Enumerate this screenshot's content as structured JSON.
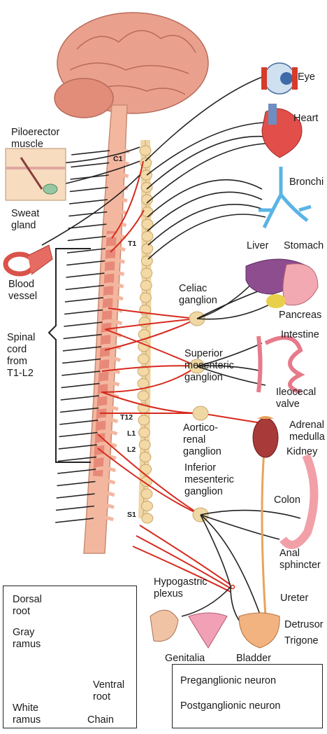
{
  "labels": {
    "eye": "Eye",
    "heart": "Heart",
    "bronchi": "Bronchi",
    "liver": "Liver",
    "stomach": "Stomach",
    "celiac": "Celiac\nganglion",
    "pancreas": "Pancreas",
    "intestine": "Intestine",
    "superior": "Superior\nmesenteric\nganglion",
    "ileocecal": "Ileocecal\nvalve",
    "aortico": "Aortico-\nrenal\nganglion",
    "adrenal": "Adrenal\nmedulla",
    "kidney": "Kidney",
    "inferior": "Inferior\nmesenteric\nganglion",
    "colon": "Colon",
    "anal": "Anal\nsphincter",
    "hypogastric": "Hypogastric\nplexus",
    "ureter": "Ureter",
    "detrusor": "Detrusor",
    "trigone": "Trigone",
    "genitalia": "Genitalia",
    "bladder": "Bladder",
    "piloerector": "Piloerector\nmuscle",
    "sweat": "Sweat\ngland",
    "blood_vessel": "Blood\nvessel",
    "spinal_cord": "Spinal\ncord\nfrom\nT1-L2",
    "c1": "C1",
    "t1": "T1",
    "t12": "T12",
    "l1": "L1",
    "l2": "L2",
    "s1": "S1"
  },
  "inset": {
    "dorsal_root": "Dorsal\nroot",
    "gray_ramus": "Gray\nramus",
    "ventral_root": "Ventral\nroot",
    "white_ramus": "White\nramus",
    "chain": "Chain"
  },
  "legend": {
    "pre": "Preganglionic neuron",
    "post": "Postganglionic neuron"
  },
  "colors": {
    "preganglionic": "#d62a1e",
    "postganglionic": "#222222",
    "ganglion": "#f2d9a6",
    "brain": "#e89a86",
    "cord": "#f1b39a",
    "organ_pink": "#ef9aa0"
  }
}
